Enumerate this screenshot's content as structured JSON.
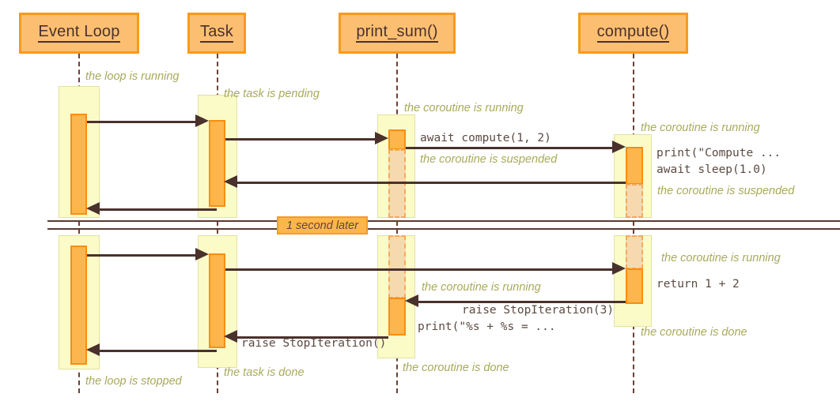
{
  "diagram": {
    "type": "sequence-diagram",
    "title": "asyncio event loop / task / coroutine sequence",
    "colors": {
      "participant_fill": "#FCBF72",
      "participant_border": "#F89A1C",
      "activation_fill": "#FCB64D",
      "activation_border": "#F88E10",
      "suspended_fill": "#F7D9B0",
      "suspended_border": "#F4A95A",
      "lifebox_fill": "#FBFBC8",
      "lifebox_border": "#E2E2A0",
      "arrow": "#4A312C",
      "note_text": "#A8AA5A",
      "message_text": "#5C4A42"
    }
  },
  "participants": [
    {
      "id": "event-loop",
      "label": "Event Loop"
    },
    {
      "id": "task",
      "label": "Task"
    },
    {
      "id": "print-sum",
      "label": "print_sum()"
    },
    {
      "id": "compute",
      "label": "compute()"
    }
  ],
  "divider": {
    "label": "1 second later"
  },
  "messages": [
    {
      "id": "m1",
      "label": "await compute(1, 2)",
      "from": "print-sum",
      "to": "compute",
      "direction": "right"
    },
    {
      "id": "m2",
      "label": "print(\"Compute ...",
      "from": "compute",
      "to": "compute",
      "direction": "self"
    },
    {
      "id": "m3",
      "label": "await sleep(1.0)",
      "from": "compute",
      "to": "compute",
      "direction": "self"
    },
    {
      "id": "m4",
      "label": "return 1 + 2",
      "from": "compute",
      "to": "compute",
      "direction": "self"
    },
    {
      "id": "m5",
      "label": "raise StopIteration(3)",
      "from": "compute",
      "to": "print-sum",
      "direction": "left"
    },
    {
      "id": "m6",
      "label": "print(\"%s + %s = ...",
      "from": "print-sum",
      "to": "print-sum",
      "direction": "self"
    },
    {
      "id": "m7",
      "label": "raise StopIteration()",
      "from": "print-sum",
      "to": "task",
      "direction": "left"
    }
  ],
  "notes": [
    {
      "id": "n1",
      "text": "the loop is running",
      "owner": "event-loop"
    },
    {
      "id": "n2",
      "text": "the task is pending",
      "owner": "task"
    },
    {
      "id": "n3",
      "text": "the coroutine is running",
      "owner": "print-sum"
    },
    {
      "id": "n4",
      "text": "the coroutine is running",
      "owner": "compute"
    },
    {
      "id": "n5",
      "text": "the coroutine is suspended",
      "owner": "print-sum"
    },
    {
      "id": "n6",
      "text": "the coroutine is suspended",
      "owner": "compute"
    },
    {
      "id": "n7",
      "text": "the coroutine is running",
      "owner": "compute"
    },
    {
      "id": "n8",
      "text": "the coroutine is running",
      "owner": "print-sum"
    },
    {
      "id": "n9",
      "text": "the coroutine is done",
      "owner": "compute"
    },
    {
      "id": "n10",
      "text": "the coroutine is done",
      "owner": "print-sum"
    },
    {
      "id": "n11",
      "text": "the task is done",
      "owner": "task"
    },
    {
      "id": "n12",
      "text": "the loop is stopped",
      "owner": "event-loop"
    }
  ]
}
